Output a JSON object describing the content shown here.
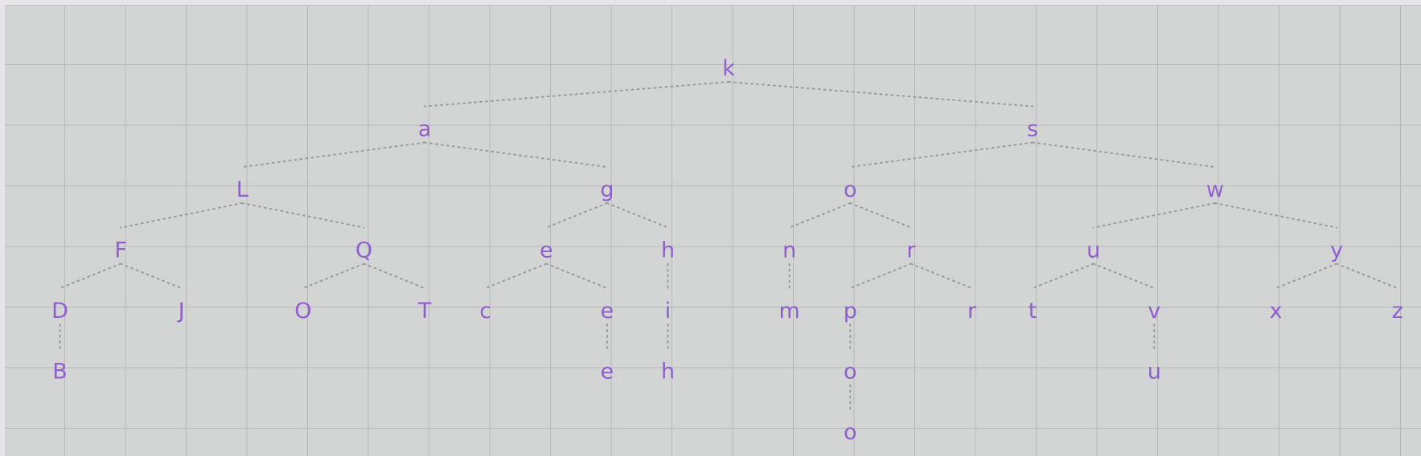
{
  "colors": {
    "label": "#8f5fcf",
    "edge": "#9c9c9e",
    "background": "#d3d4d4",
    "grid": "#b7b8b9"
  },
  "tree": {
    "root": "n0",
    "nodes": [
      {
        "id": "n0",
        "label": "k",
        "depth": 0,
        "col": 12,
        "parent": null
      },
      {
        "id": "n1",
        "label": "a",
        "depth": 1,
        "col": 7,
        "parent": "n0"
      },
      {
        "id": "n2",
        "label": "s",
        "depth": 1,
        "col": 17,
        "parent": "n0"
      },
      {
        "id": "n3",
        "label": "L",
        "depth": 2,
        "col": 4,
        "parent": "n1"
      },
      {
        "id": "n4",
        "label": "g",
        "depth": 2,
        "col": 10,
        "parent": "n1"
      },
      {
        "id": "n5",
        "label": "o",
        "depth": 2,
        "col": 14,
        "parent": "n2"
      },
      {
        "id": "n6",
        "label": "w",
        "depth": 2,
        "col": 20,
        "parent": "n2"
      },
      {
        "id": "n7",
        "label": "F",
        "depth": 3,
        "col": 2,
        "parent": "n3"
      },
      {
        "id": "n8",
        "label": "Q",
        "depth": 3,
        "col": 6,
        "parent": "n3"
      },
      {
        "id": "n9",
        "label": "e",
        "depth": 3,
        "col": 9,
        "parent": "n4"
      },
      {
        "id": "n10",
        "label": "h",
        "depth": 3,
        "col": 11,
        "parent": "n4"
      },
      {
        "id": "n11",
        "label": "n",
        "depth": 3,
        "col": 13,
        "parent": "n5"
      },
      {
        "id": "n12",
        "label": "r",
        "depth": 3,
        "col": 15,
        "parent": "n5"
      },
      {
        "id": "n13",
        "label": "u",
        "depth": 3,
        "col": 18,
        "parent": "n6"
      },
      {
        "id": "n14",
        "label": "y",
        "depth": 3,
        "col": 22,
        "parent": "n6"
      },
      {
        "id": "n15",
        "label": "D",
        "depth": 4,
        "col": 1,
        "parent": "n7"
      },
      {
        "id": "n16",
        "label": "J",
        "depth": 4,
        "col": 3,
        "parent": "n7"
      },
      {
        "id": "n17",
        "label": "O",
        "depth": 4,
        "col": 5,
        "parent": "n8"
      },
      {
        "id": "n18",
        "label": "T",
        "depth": 4,
        "col": 7,
        "parent": "n8"
      },
      {
        "id": "n19",
        "label": "c",
        "depth": 4,
        "col": 8,
        "parent": "n9"
      },
      {
        "id": "n20",
        "label": "e",
        "depth": 4,
        "col": 10,
        "parent": "n9"
      },
      {
        "id": "n21",
        "label": "i",
        "depth": 4,
        "col": 11,
        "parent": "n10"
      },
      {
        "id": "n22",
        "label": "m",
        "depth": 4,
        "col": 13,
        "parent": "n11"
      },
      {
        "id": "n23",
        "label": "p",
        "depth": 4,
        "col": 14,
        "parent": "n12"
      },
      {
        "id": "n24",
        "label": "r",
        "depth": 4,
        "col": 16,
        "parent": "n12"
      },
      {
        "id": "n25",
        "label": "t",
        "depth": 4,
        "col": 17,
        "parent": "n13"
      },
      {
        "id": "n26",
        "label": "v",
        "depth": 4,
        "col": 19,
        "parent": "n13"
      },
      {
        "id": "n27",
        "label": "x",
        "depth": 4,
        "col": 21,
        "parent": "n14"
      },
      {
        "id": "n28",
        "label": "z",
        "depth": 4,
        "col": 23,
        "parent": "n14"
      },
      {
        "id": "n29",
        "label": "B",
        "depth": 5,
        "col": 1,
        "parent": "n15"
      },
      {
        "id": "n30",
        "label": "e",
        "depth": 5,
        "col": 10,
        "parent": "n20"
      },
      {
        "id": "n31",
        "label": "h",
        "depth": 5,
        "col": 11,
        "parent": "n21"
      },
      {
        "id": "n32",
        "label": "o",
        "depth": 5,
        "col": 14,
        "parent": "n23"
      },
      {
        "id": "n33",
        "label": "u",
        "depth": 5,
        "col": 19,
        "parent": "n26"
      },
      {
        "id": "n34",
        "label": "o",
        "depth": 6,
        "col": 14,
        "parent": "n32"
      }
    ]
  }
}
